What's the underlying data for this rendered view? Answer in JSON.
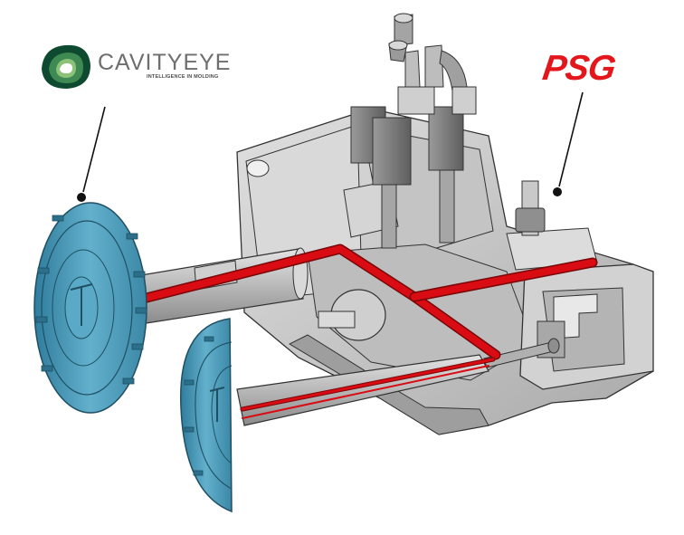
{
  "logos": {
    "cavityeye": {
      "name": "CAVITYEYE",
      "tagline": "INTELLIGENCE IN MOLDING",
      "icon": "cavityeye-logo-icon",
      "colors": [
        "#0e4a2f",
        "#3f8a52",
        "#8cc277"
      ]
    },
    "psg": {
      "name": "PSG",
      "color": "#e3161b"
    }
  },
  "colors": {
    "channel_red": "#d80c12",
    "disc_blue": "#4f9fbd",
    "mold_gray": "#c8c8c8",
    "outline": "#333333"
  }
}
